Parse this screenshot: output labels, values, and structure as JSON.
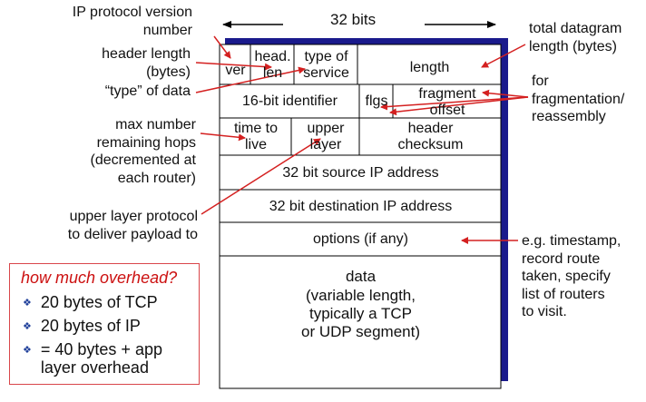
{
  "header": {
    "width_label": "32 bits"
  },
  "fields": {
    "ver": "ver",
    "head_len": [
      "head.",
      "len"
    ],
    "type_of_service": [
      "type of",
      "service"
    ],
    "length": "length",
    "identifier": "16-bit identifier",
    "flags": "flgs",
    "fragment_offset": [
      "fragment",
      "offset"
    ],
    "time_to_live": [
      "time to",
      "live"
    ],
    "upper_layer": [
      "upper",
      "layer"
    ],
    "header_checksum": [
      "header",
      "checksum"
    ],
    "source_ip": "32 bit source IP address",
    "dest_ip": "32 bit destination IP address",
    "options": "options (if any)",
    "data": [
      "data",
      "(variable length,",
      "typically a TCP",
      "or UDP segment)"
    ]
  },
  "left_annotations": {
    "ip_version": [
      "IP protocol version",
      "number"
    ],
    "header_length": [
      "header length",
      "(bytes)"
    ],
    "type_of_data": "“type” of data",
    "max_hops": [
      "max number",
      "remaining hops",
      "(decremented at",
      "each router)"
    ],
    "upper_layer_protocol": [
      "upper layer protocol",
      "to deliver payload to"
    ]
  },
  "right_annotations": {
    "total_length": [
      "total datagram",
      "length (bytes)"
    ],
    "fragmentation": [
      "for",
      "fragmentation/",
      "reassembly"
    ],
    "options_example": [
      "e.g. timestamp,",
      "record route",
      "taken, specify",
      "list of routers",
      "to visit."
    ]
  },
  "overhead": {
    "title": "how much overhead?",
    "items": [
      "20 bytes of TCP",
      "20 bytes of IP",
      [
        "= 40 bytes + app",
        "layer overhead"
      ]
    ]
  },
  "colors": {
    "arrow": "#d42020",
    "shadow": "#1a1a8c",
    "box_border": "#d9464a",
    "bullet": "#1f3f9a"
  }
}
